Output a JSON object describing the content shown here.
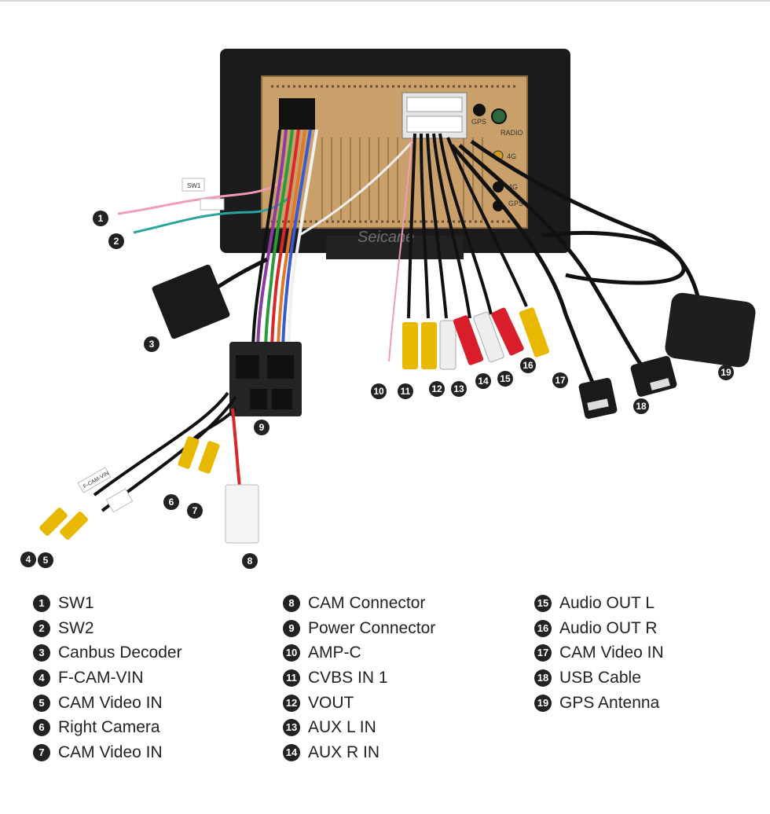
{
  "diagram": {
    "brand": "Seicane",
    "panel_labels": {
      "gps": "GPS",
      "radio": "RADIO",
      "4g_1": "4G",
      "4g_2": "4G",
      "gps2": "GPS"
    },
    "wire_tags": {
      "sw1": "SW1",
      "fcam": "F-CAM-VIN"
    },
    "callouts": [
      {
        "n": "1"
      },
      {
        "n": "2"
      },
      {
        "n": "3"
      },
      {
        "n": "4"
      },
      {
        "n": "5"
      },
      {
        "n": "6"
      },
      {
        "n": "7"
      },
      {
        "n": "8"
      },
      {
        "n": "9"
      },
      {
        "n": "10"
      },
      {
        "n": "11"
      },
      {
        "n": "12"
      },
      {
        "n": "13"
      },
      {
        "n": "14"
      },
      {
        "n": "15"
      },
      {
        "n": "16"
      },
      {
        "n": "17"
      },
      {
        "n": "18"
      },
      {
        "n": "19"
      }
    ]
  },
  "legend": {
    "columns": [
      [
        {
          "n": "1",
          "label": "SW1"
        },
        {
          "n": "2",
          "label": "SW2"
        },
        {
          "n": "3",
          "label": "Canbus Decoder"
        },
        {
          "n": "4",
          "label": "F-CAM-VIN"
        },
        {
          "n": "5",
          "label": "CAM Video IN"
        },
        {
          "n": "6",
          "label": "Right Camera"
        },
        {
          "n": "7",
          "label": "CAM Video IN"
        }
      ],
      [
        {
          "n": "8",
          "label": "CAM Connector"
        },
        {
          "n": "9",
          "label": "Power Connector"
        },
        {
          "n": "10",
          "label": "AMP-C"
        },
        {
          "n": "11",
          "label": "CVBS IN 1"
        },
        {
          "n": "12",
          "label": "VOUT"
        },
        {
          "n": "13",
          "label": "AUX L IN"
        },
        {
          "n": "14",
          "label": "AUX R IN"
        }
      ],
      [
        {
          "n": "15",
          "label": "Audio OUT L"
        },
        {
          "n": "16",
          "label": "Audio OUT R"
        },
        {
          "n": "17",
          "label": "CAM Video IN"
        },
        {
          "n": "18",
          "label": "USB Cable"
        },
        {
          "n": "19",
          "label": "GPS Antenna"
        }
      ]
    ]
  },
  "colors": {
    "panel_gold": "#c9a06a",
    "chassis": "#1b1b1d",
    "rca_yellow": "#e8b800",
    "rca_red": "#d81e2a",
    "rca_white": "#eeeeee",
    "badge": "#222222"
  }
}
